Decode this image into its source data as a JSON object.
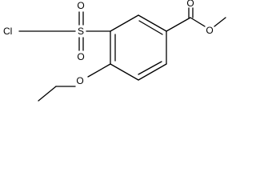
{
  "molecule": {
    "atoms": {
      "cl": "Cl",
      "s": "S",
      "o_sulfonyl_top": "O",
      "o_sulfonyl_bottom": "O",
      "o_carbonyl": "O",
      "o_ester": "O",
      "o_ether": "O"
    }
  }
}
